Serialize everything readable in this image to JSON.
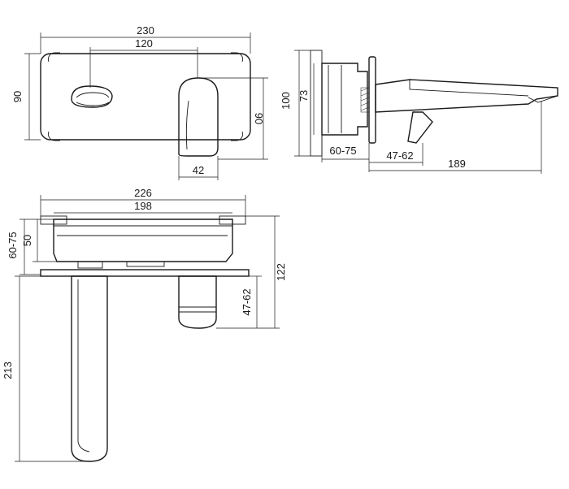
{
  "front_view": {
    "width_overall": "230",
    "width_centers": "120",
    "height_left": "90",
    "height_right": "90",
    "handle_width": "42"
  },
  "side_view": {
    "plate_height": "100",
    "body_height": "73",
    "depth_range": "60-75",
    "spout_range": "47-62",
    "length_overall": "189"
  },
  "top_view": {
    "width_overall": "226",
    "width_inner": "198",
    "depth_range": "60-75",
    "body_depth": "50",
    "height_overall": "122",
    "handle_range": "47-62",
    "spout_length": "213"
  }
}
